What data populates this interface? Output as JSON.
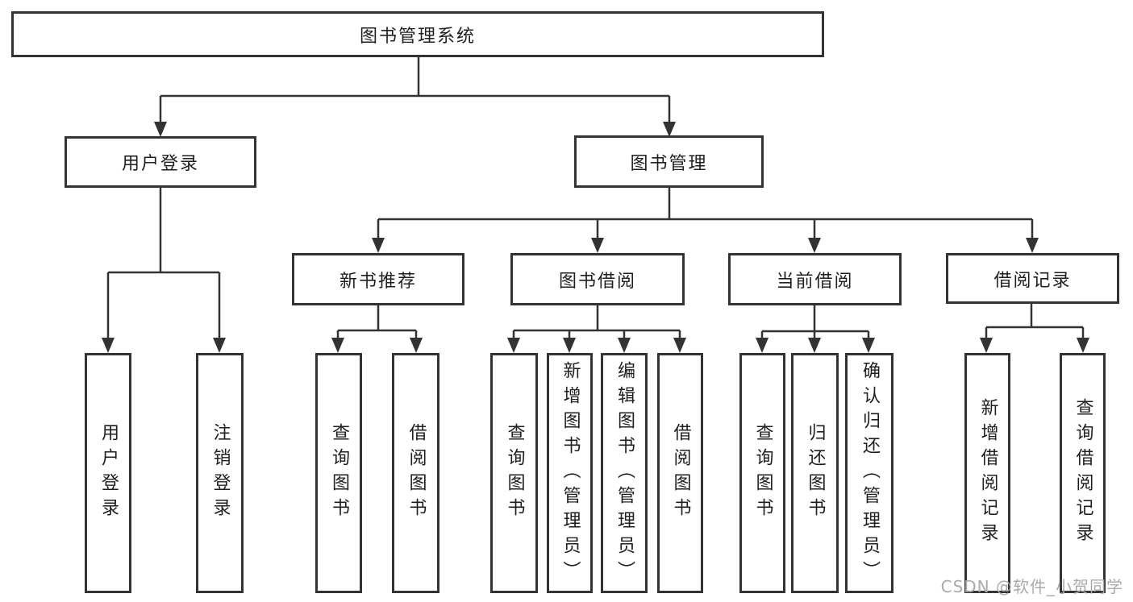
{
  "diagram": {
    "title": "图书管理系统",
    "nodes": {
      "root": "图书管理系统",
      "level2": [
        "用户登录",
        "图书管理"
      ],
      "level3": [
        "新书推荐",
        "图书借阅",
        "当前借阅",
        "借阅记录"
      ],
      "leaf_groups": [
        {
          "parent": "用户登录",
          "items": [
            "用户登录",
            "注销登录"
          ]
        },
        {
          "parent": "新书推荐",
          "items": [
            "查询图书",
            "借阅图书"
          ]
        },
        {
          "parent": "图书借阅",
          "items": [
            "查询图书",
            "新增图书（管理员）",
            "编辑图书（管理员）",
            "借阅图书"
          ]
        },
        {
          "parent": "当前借阅",
          "items": [
            "查询图书",
            "归还图书",
            "确认归还（管理员）"
          ]
        },
        {
          "parent": "借阅记录",
          "items": [
            "新增借阅记录",
            "查询借阅记录"
          ]
        }
      ]
    },
    "watermark": "CSDN @软件_小贺同学",
    "colors": {
      "line": "#333333",
      "text": "#1f1f1f",
      "background": "#ffffff",
      "watermark": "#aaaaaa"
    }
  }
}
